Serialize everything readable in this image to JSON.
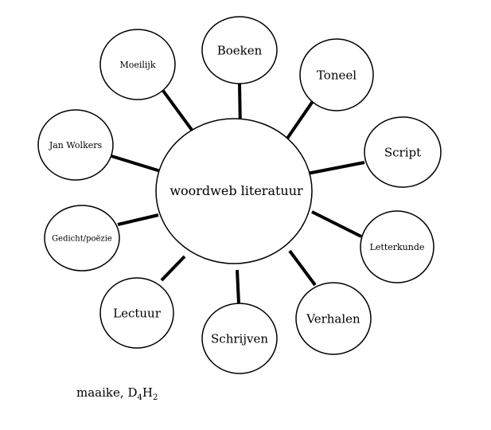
{
  "center": {
    "label": "woordweb literatuur"
  },
  "nodes": [
    {
      "id": "boeken",
      "label": "Boeken"
    },
    {
      "id": "toneel",
      "label": "Toneel"
    },
    {
      "id": "script",
      "label": "Script"
    },
    {
      "id": "letterkunde",
      "label": "Letterkunde"
    },
    {
      "id": "verhalen",
      "label": "Verhalen"
    },
    {
      "id": "schrijven",
      "label": "Schrijven"
    },
    {
      "id": "lectuur",
      "label": "Lectuur"
    },
    {
      "id": "gedicht",
      "label": "Gedicht/poëzie"
    },
    {
      "id": "jan-wolkers",
      "label": "Jan Wolkers"
    },
    {
      "id": "moeilijk",
      "label": "Moeilijk"
    }
  ],
  "author": {
    "name": "maaike,",
    "class_main": "D",
    "class_sub1": "4",
    "class_mid": "H",
    "class_sub2": "2"
  }
}
